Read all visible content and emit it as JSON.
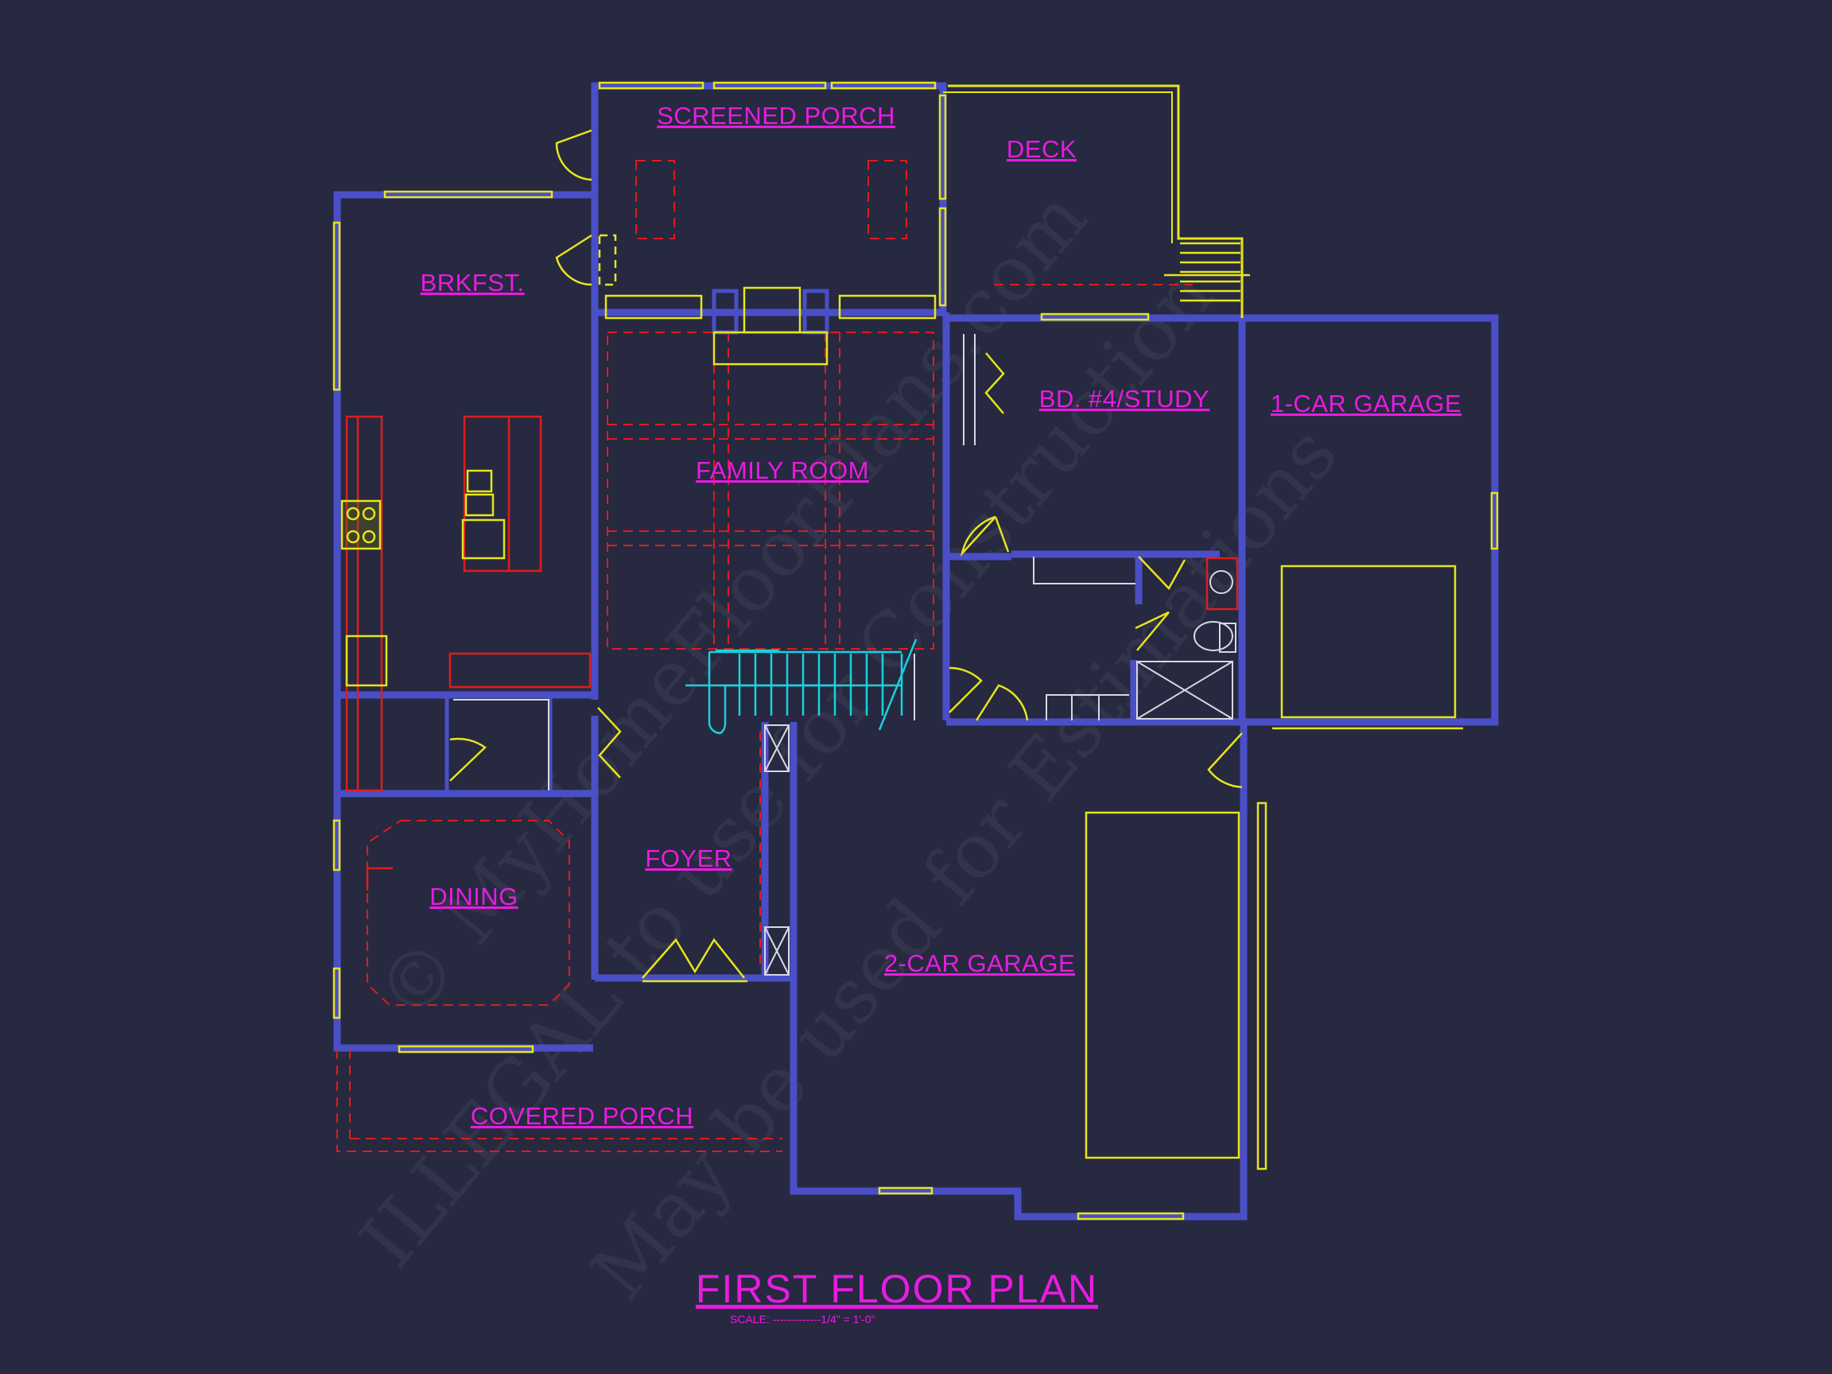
{
  "plan": {
    "title": "FIRST FLOOR PLAN",
    "scale": "SCALE: -------------1/4\" = 1'-0\"",
    "rooms": {
      "screened_porch": "SCREENED PORCH",
      "deck": "DECK",
      "breakfast": "BRKFST.",
      "bedroom4_study": "BD. #4/STUDY",
      "garage_1car": "1-CAR GARAGE",
      "family_room": "FAMILY ROOM",
      "foyer": "FOYER",
      "dining": "DINING",
      "garage_2car": "2-CAR GARAGE",
      "covered_porch": "COVERED PORCH"
    },
    "watermark": {
      "line1": "© MyHomeFloorPlans.com",
      "line2": "ILLEGAL to use for Construction",
      "line3": "May be used for Estimations"
    }
  },
  "colors": {
    "background": "#262940",
    "walls": "#4a4fc7",
    "labels": "#e81ce0",
    "fixtures": "#e6e61a",
    "hidden_lines": "#e01c1c",
    "stairs": "#19d2de"
  }
}
